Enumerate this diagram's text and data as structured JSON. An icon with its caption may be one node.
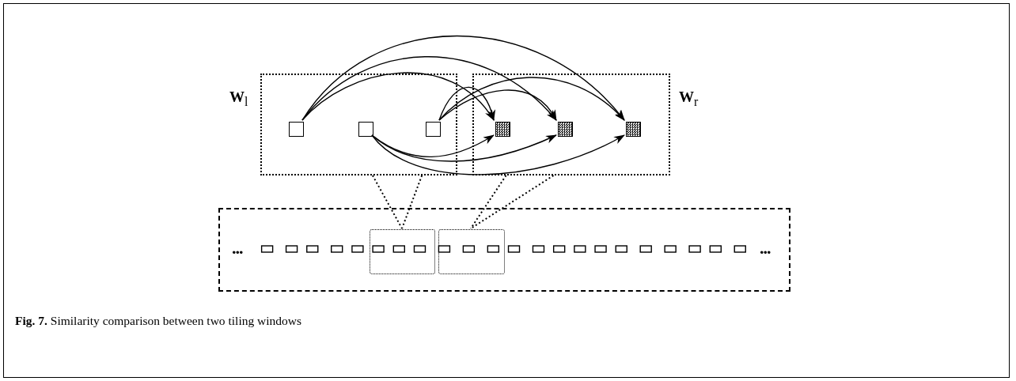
{
  "diagram": {
    "caption": "**Fig. 7.** Similarity comparison between two tiling windows",
    "nodes": [
      {
        "text": [],
        "shape": "box",
        "beside": [
          "**W**$_{l}$"
        ]
      },
      {
        "text": [],
        "shape": "box",
        "beside": [
          "**W**$_{r}$"
        ]
      },
      {
        "text": [],
        "shape": "box",
        "in": 0
      },
      {
        "text": [],
        "shape": "box",
        "in": 0
      },
      {
        "text": [],
        "shape": "box",
        "in": 0
      },
      {
        "text": [],
        "shape": "box",
        "in": 1
      },
      {
        "text": [],
        "shape": "box",
        "in": 1
      },
      {
        "text": [],
        "shape": "box",
        "in": 1
      },
      {
        "text": [],
        "shape": "box"
      },
      {
        "text": [],
        "shape": "box",
        "in": 8
      },
      {
        "text": [],
        "shape": "box",
        "in": 8
      }
    ],
    "edges": [
      {
        "from": 2,
        "to": 5,
        "arrow": "to"
      },
      {
        "from": 2,
        "to": 6,
        "arrow": "to"
      },
      {
        "from": 2,
        "to": 7,
        "arrow": "to"
      },
      {
        "from": 4,
        "to": 5,
        "arrow": "to"
      },
      {
        "from": 4,
        "to": 6,
        "arrow": "to"
      },
      {
        "from": 4,
        "to": 7,
        "arrow": "to"
      },
      {
        "from": 3,
        "to": 5,
        "arrow": "to"
      },
      {
        "from": 3,
        "to": 6,
        "arrow": "to"
      },
      {
        "from": 3,
        "to": 7,
        "arrow": "to"
      },
      {
        "from": 0,
        "to": 9,
        "arrow": "none",
        "style": "dashed"
      },
      {
        "from": 1,
        "to": 10,
        "arrow": "none",
        "style": "dashed"
      }
    ],
    "labels": [
      "...",
      "..."
    ]
  }
}
